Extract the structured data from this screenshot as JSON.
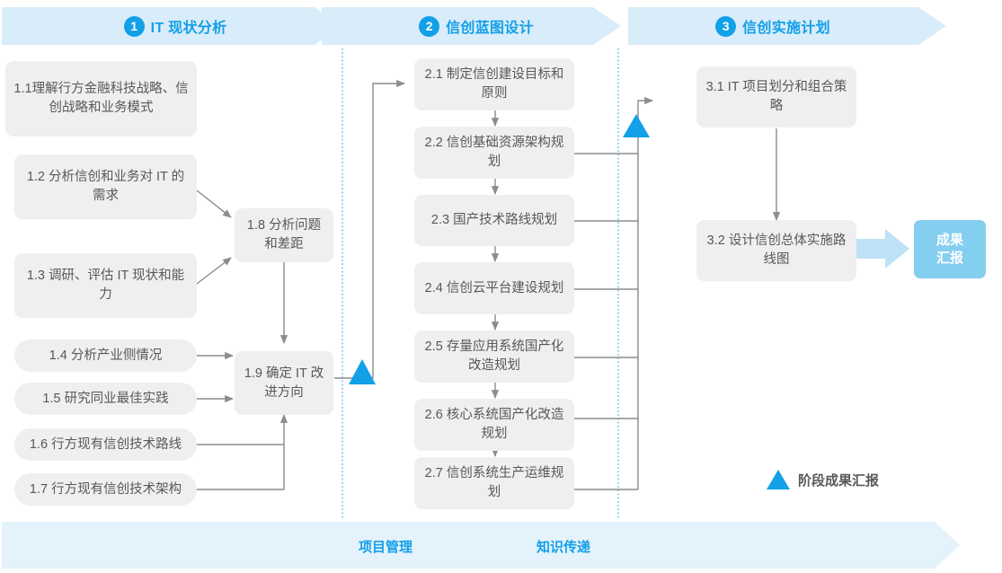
{
  "diagram": {
    "title_bar": {
      "phases": [
        {
          "num": "1",
          "label": "IT 现状分析"
        },
        {
          "num": "2",
          "label": "信创蓝图设计"
        },
        {
          "num": "3",
          "label": "信创实施计划"
        }
      ]
    },
    "phase1_nodes": [
      {
        "id": "1.1",
        "label": "1.1理解行方金融科技战略、信创战略和业务模式"
      },
      {
        "id": "1.2",
        "label": "1.2 分析信创和业务对 IT 的需求"
      },
      {
        "id": "1.3",
        "label": "1.3 调研、评估 IT 现状和能力"
      },
      {
        "id": "1.4",
        "label": "1.4 分析产业侧情况"
      },
      {
        "id": "1.5",
        "label": "1.5 研究同业最佳实践"
      },
      {
        "id": "1.6",
        "label": "1.6 行方现有信创技术路线"
      },
      {
        "id": "1.7",
        "label": "1.7 行方现有信创技术架构"
      },
      {
        "id": "1.8",
        "label": "1.8 分析问题和差距"
      },
      {
        "id": "1.9",
        "label": "1.9 确定 IT 改进方向"
      }
    ],
    "phase2_nodes": [
      {
        "id": "2.1",
        "label": "2.1 制定信创建设目标和原则"
      },
      {
        "id": "2.2",
        "label": "2.2 信创基础资源架构规划"
      },
      {
        "id": "2.3",
        "label": "2.3 国产技术路线规划"
      },
      {
        "id": "2.4",
        "label": "2.4 信创云平台建设规划"
      },
      {
        "id": "2.5",
        "label": "2.5 存量应用系统国产化改造规划"
      },
      {
        "id": "2.6",
        "label": "2.6 核心系统国产化改造规划"
      },
      {
        "id": "2.7",
        "label": "2.7 信创系统生产运维规划"
      }
    ],
    "phase3_nodes": [
      {
        "id": "3.1",
        "label": "3.1 IT 项目划分和组合策略"
      },
      {
        "id": "3.2",
        "label": "3.2 设计信创总体实施路线图"
      }
    ],
    "result_badge": {
      "label": "成果汇报"
    },
    "legend": {
      "icon": "triangle-marker-icon",
      "label": "阶段成果汇报"
    },
    "bottom_band": {
      "labels": [
        "项目管理",
        "知识传递"
      ]
    },
    "colors": {
      "accent": "#12a0e8",
      "band": "#e3f2fb",
      "header_band": "#d9ecf9",
      "node_fill": "#efefef",
      "node_text": "#58585a",
      "badge": "#84cef0",
      "connector": "#8c8c8c",
      "divider": "#3bb6e5"
    }
  }
}
